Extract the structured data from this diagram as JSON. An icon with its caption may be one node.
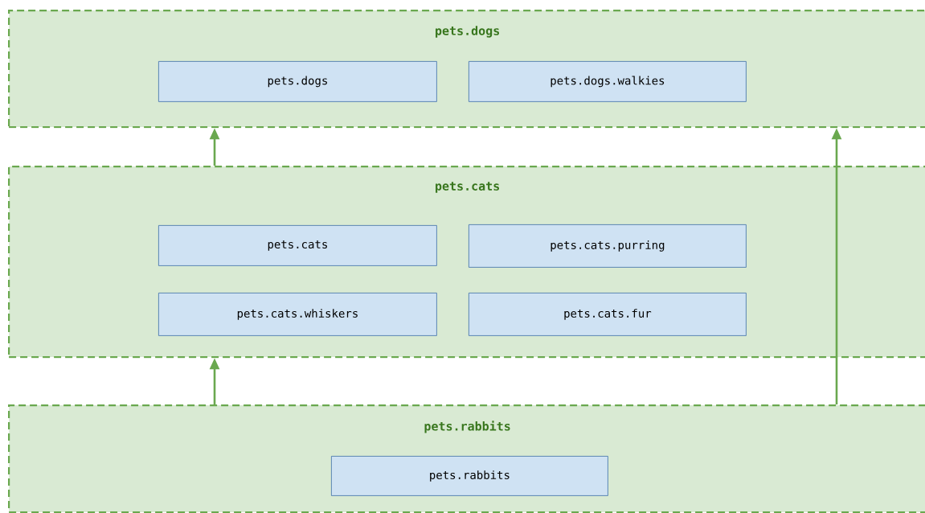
{
  "diagram": {
    "nodes": [
      {
        "text": [
          "pets.dogs"
        ]
      },
      {
        "text": [
          "pets.dogs"
        ],
        "in": 0
      },
      {
        "text": [
          "pets.dogs.walkies"
        ],
        "in": 0
      },
      {
        "text": [
          "pets.cats"
        ]
      },
      {
        "text": [
          "pets.cats"
        ],
        "in": 3
      },
      {
        "text": [
          "pets.cats.purring"
        ],
        "in": 3
      },
      {
        "text": [
          "pets.cats.whiskers"
        ],
        "in": 3
      },
      {
        "text": [
          "pets.cats.fur"
        ],
        "in": 3
      },
      {
        "text": [
          "pets.rabbits"
        ]
      },
      {
        "text": [
          "pets.rabbits"
        ],
        "in": 8
      }
    ],
    "edges": [
      {
        "from": 3,
        "to": 0,
        "arrow": "to"
      },
      {
        "from": 8,
        "to": 3,
        "arrow": "to"
      },
      {
        "from": 8,
        "to": 0,
        "arrow": "to"
      }
    ]
  }
}
